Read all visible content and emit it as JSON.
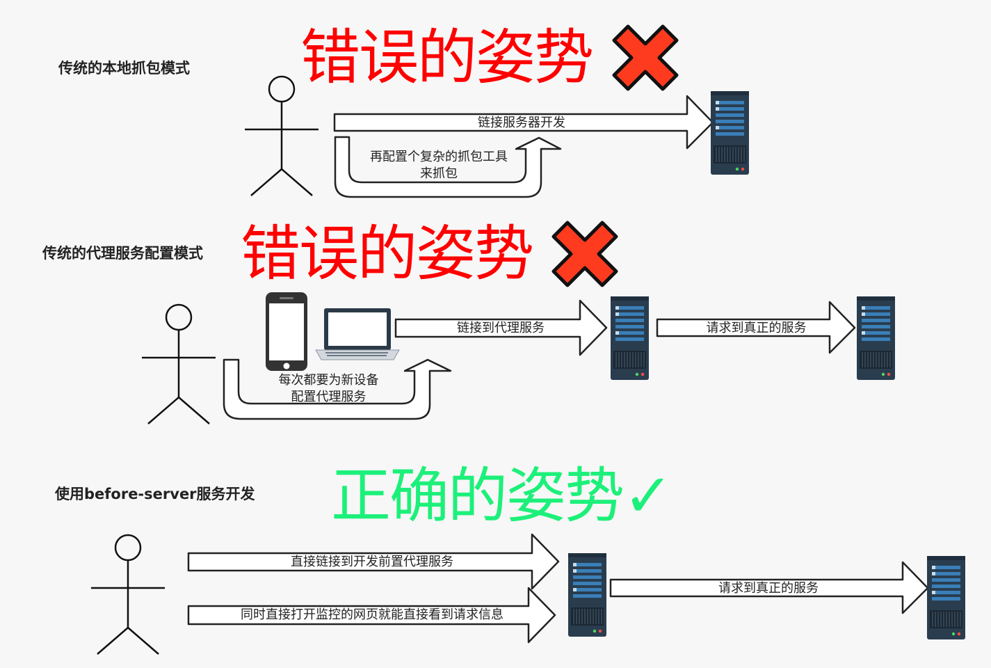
{
  "sections": [
    {
      "label": "传统的本地抓包模式",
      "verdict": "错误的姿势",
      "arrows": [
        "链接服务器开发"
      ],
      "loop": {
        "line1": "再配置个复杂的抓包工具",
        "line2": "来抓包"
      }
    },
    {
      "label": "传统的代理服务配置模式",
      "verdict": "错误的姿势",
      "arrows": [
        "链接到代理服务",
        "请求到真正的服务"
      ],
      "loop": {
        "line1": "每次都要为新设备",
        "line2": "配置代理服务"
      }
    },
    {
      "label": "使用before-server服务开发",
      "verdict": "正确的姿势✓",
      "arrows": [
        "直接链接到开发前置代理服务",
        "同时直接打开监控的网页就能直接看到请求信息",
        "请求到真正的服务"
      ]
    }
  ],
  "colors": {
    "bad": "#ff0000",
    "good": "#1df07a",
    "server": "#2a3d4f"
  }
}
